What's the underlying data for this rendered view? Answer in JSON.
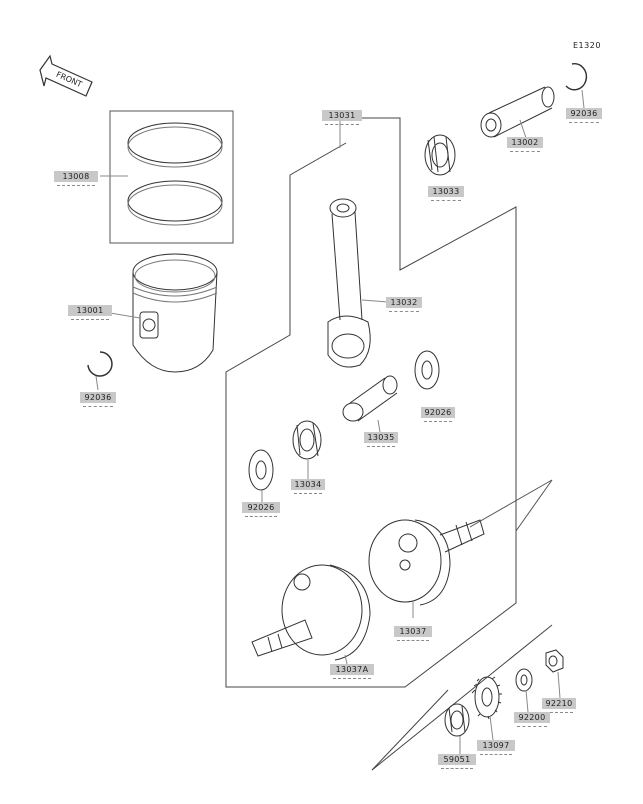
{
  "diagram_code": "E1320",
  "front_label": "FRONT",
  "parts": [
    {
      "id": "13008",
      "label": "13008"
    },
    {
      "id": "13001",
      "label": "13001"
    },
    {
      "id": "92036-left",
      "label": "92036"
    },
    {
      "id": "13031",
      "label": "13031"
    },
    {
      "id": "13033",
      "label": "13033"
    },
    {
      "id": "13002",
      "label": "13002"
    },
    {
      "id": "92036-right",
      "label": "92036"
    },
    {
      "id": "13032",
      "label": "13032"
    },
    {
      "id": "92026-right",
      "label": "92026"
    },
    {
      "id": "13035",
      "label": "13035"
    },
    {
      "id": "13034",
      "label": "13034"
    },
    {
      "id": "92026-left",
      "label": "92026"
    },
    {
      "id": "13037",
      "label": "13037"
    },
    {
      "id": "13037A",
      "label": "13037A"
    },
    {
      "id": "92210",
      "label": "92210"
    },
    {
      "id": "92200",
      "label": "92200"
    },
    {
      "id": "13097",
      "label": "13097"
    },
    {
      "id": "59051",
      "label": "59051"
    }
  ]
}
